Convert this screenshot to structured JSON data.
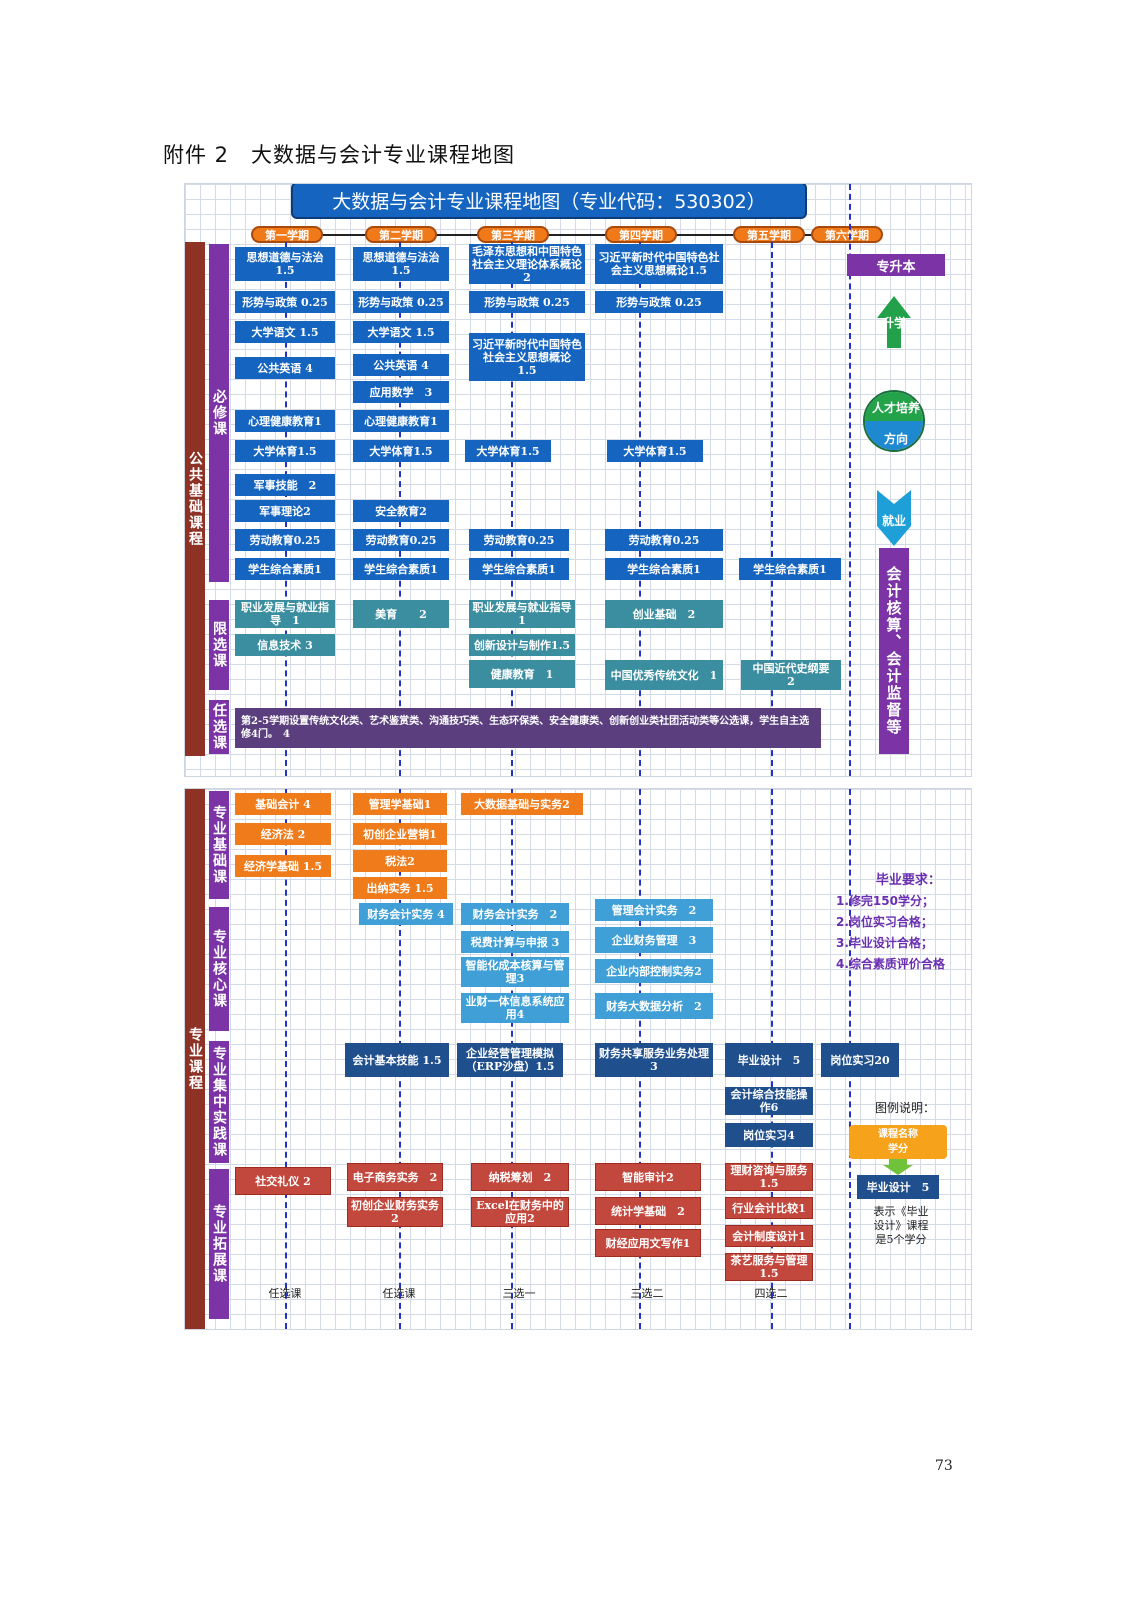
{
  "page_heading": "附件 2　大数据与会计专业课程地图",
  "page_number": "73",
  "map_title": "大数据与会计专业课程地图（专业代码：530302）",
  "semesters": [
    "第一学期",
    "第二学期",
    "第三学期",
    "第四学期",
    "第五学期",
    "第六学期"
  ],
  "section_labels": {
    "public_basic": "公共基础课程",
    "required": "必修课",
    "limited_elective": "限选课",
    "free_elective": "任选课",
    "professional": "专业课程",
    "prof_basic": "专业基础课",
    "prof_core": "专业核心课",
    "prof_practice": "专业集中实践课",
    "prof_extension": "专业拓展课"
  },
  "side": {
    "upgrade_title": "专升本",
    "upgrade_arrow": "升学",
    "circle_top": "人才培养",
    "circle_bottom": "方向",
    "employment_arrow": "就业",
    "career_bar": "会计核算、会计监督等"
  },
  "required_courses": {
    "sem1": [
      "思想道德与法治 1.5",
      "形势与政策 0.25",
      "大学语文 1.5",
      "公共英语 4",
      "心理健康教育1",
      "大学体育1.5",
      "军事技能　2",
      "军事理论2",
      "劳动教育0.25",
      "学生综合素质1"
    ],
    "sem2": [
      "思想道德与法治 1.5",
      "形势与政策 0.25",
      "大学语文 1.5",
      "公共英语 4",
      "应用数学　3",
      "心理健康教育1",
      "大学体育1.5",
      "安全教育2",
      "劳动教育0.25",
      "学生综合素质1"
    ],
    "sem3": [
      "毛泽东思想和中国特色社会主义理论体系概论　2",
      "形势与政策 0.25",
      "习近平新时代中国特色社会主义思想概论 1.5",
      "大学体育1.5",
      "劳动教育0.25",
      "学生综合素质1"
    ],
    "sem4": [
      "习近平新时代中国特色社会主义思想概论1.5",
      "形势与政策 0.25",
      "大学体育1.5",
      "劳动教育0.25",
      "学生综合素质1"
    ],
    "sem5": [
      "学生综合素质1"
    ]
  },
  "limited_courses": {
    "sem1": [
      "职业发展与就业指导　1",
      "信息技术 3"
    ],
    "sem2": [
      "美育　　2"
    ],
    "sem3": [
      "职业发展与就业指导　1",
      "创新设计与制作1.5",
      "健康教育　1"
    ],
    "sem4": [
      "创业基础　2",
      "中国优秀传统文化　1"
    ],
    "sem5": [
      "中国近代史纲要　2"
    ]
  },
  "free_elective_text": "第2-5学期设置传统文化类、艺术鉴赏类、沟通技巧类、生态环保类、安全健康类、创新创业类社团活动类等公选课，学生自主选修4门。　4",
  "prof_basic_courses": {
    "sem1": [
      "基础会计 4",
      "经济法 2",
      "经济学基础 1.5"
    ],
    "sem2": [
      "管理学基础1",
      "初创企业营销1",
      "税法2",
      "出纳实务 1.5"
    ],
    "sem3": [
      "大数据基础与实务2"
    ]
  },
  "prof_core_courses": {
    "sem2": [
      "财务会计实务 4"
    ],
    "sem3": [
      "财务会计实务　2",
      "税费计算与申报 3",
      "智能化成本核算与管理3",
      "业财一体信息系统应用4"
    ],
    "sem4": [
      "管理会计实务　2",
      "企业财务管理　3",
      "企业内部控制实务2",
      "财务大数据分析　2"
    ]
  },
  "prof_practice_courses": {
    "sem2": [
      "会计基本技能 1.5"
    ],
    "sem3": [
      "企业经营管理模拟（ERP沙盘）1.5"
    ],
    "sem4": [
      "财务共享服务业务处理　3"
    ],
    "sem5": [
      "毕业设计　5",
      "会计综合技能操作6",
      "岗位实习4"
    ],
    "sem6": [
      "岗位实习20"
    ]
  },
  "prof_extension_courses": {
    "sem1": [
      "社交礼仪 2"
    ],
    "sem2": [
      "电子商务实务　2",
      "初创企业财务实务2"
    ],
    "sem3": [
      "纳税筹划　2",
      "Excel在财务中的应用2"
    ],
    "sem4": [
      "智能审计2",
      "统计学基础　2",
      "财经应用文写作1"
    ],
    "sem5": [
      "理财咨询与服务 1.5",
      "行业会计比较1",
      "会计制度设计1",
      "茶艺服务与管理 1.5"
    ]
  },
  "extension_footers": [
    "任选课",
    "任选课",
    "三选一",
    "三选二",
    "四选二"
  ],
  "graduation": {
    "title": "毕业要求：",
    "items": [
      "1.修完150学分；",
      "2.岗位实习合格；",
      "3.毕业设计合格；",
      "4.综合素质评价合格"
    ]
  },
  "legend": {
    "title": "图例说明：",
    "sample_top": "课程名称",
    "sample_bottom": "学分",
    "example_box": "毕业设计　5",
    "explanation": "表示《毕业设计》课程是5个学分"
  },
  "colors": {
    "public_required": "#1565c0",
    "limited": "#3a8ea0",
    "prof_basic": "#ef7b1a",
    "prof_core": "#3f9fd6",
    "prof_practice": "#1f4f8c",
    "prof_extension": "#c2473c",
    "side_bar": "#7b33a5",
    "section_bar": "#8f3226"
  }
}
